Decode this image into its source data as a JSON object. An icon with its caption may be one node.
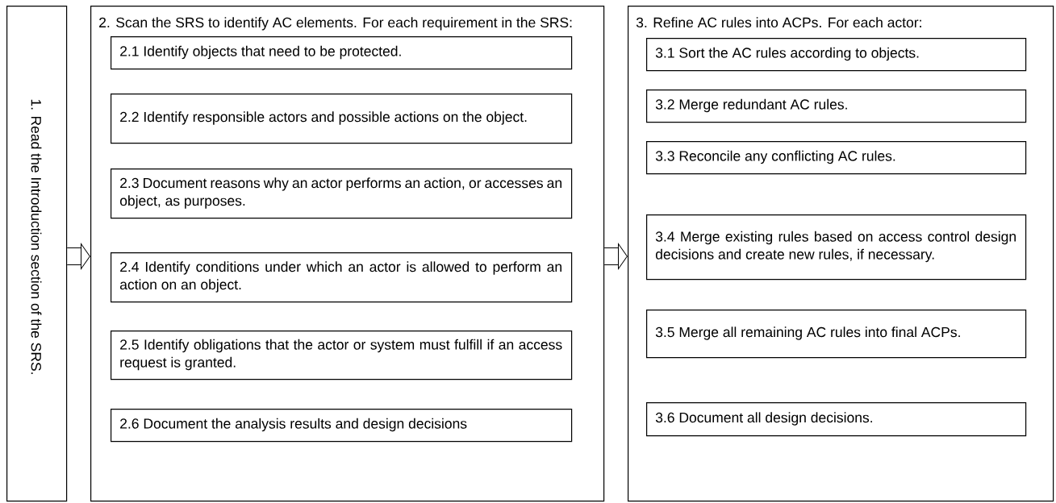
{
  "diagram": {
    "nodes": [
      {
        "text": [
          "1. Read the Introduction section of the SRS."
        ]
      },
      {
        "text": [
          "2. Scan the SRS to identify AC elements. For each requirement in the SRS:"
        ]
      },
      {
        "text": [
          "2.1 Identify objects that need to be protected."
        ],
        "in": 1
      },
      {
        "text": [
          "2.2 Identify responsible actors and possible actions on the object."
        ],
        "in": 1
      },
      {
        "text": [
          "2.3 Document reasons why an actor performs an action, or accesses an object, as purposes."
        ],
        "in": 1
      },
      {
        "text": [
          "2.4 Identify conditions under which an actor is allowed to perform an action on an object."
        ],
        "in": 1
      },
      {
        "text": [
          "2.5 Identify obligations that the actor or system must fulfill if an access request is granted."
        ],
        "in": 1
      },
      {
        "text": [
          "2.6 Document the analysis results and design decisions"
        ],
        "in": 1
      },
      {
        "text": [
          "3. Refine AC rules into ACPs. For each actor:"
        ]
      },
      {
        "text": [
          "3.1 Sort the AC rules according to objects."
        ],
        "in": 8
      },
      {
        "text": [
          "3.2 Merge redundant AC rules."
        ],
        "in": 8
      },
      {
        "text": [
          "3.3 Reconcile any conflicting AC rules."
        ],
        "in": 8
      },
      {
        "text": [
          "3.4 Merge existing rules based on access control design decisions and create new rules, if necessary."
        ],
        "in": 8
      },
      {
        "text": [
          "3.5 Merge all remaining AC rules into final ACPs."
        ],
        "in": 8
      },
      {
        "text": [
          "3.6 Document all design decisions."
        ],
        "in": 8
      }
    ],
    "edges": [
      {
        "from": 0,
        "to": 1,
        "arrow": "to"
      },
      {
        "from": 1,
        "to": 8,
        "arrow": "to"
      }
    ]
  }
}
